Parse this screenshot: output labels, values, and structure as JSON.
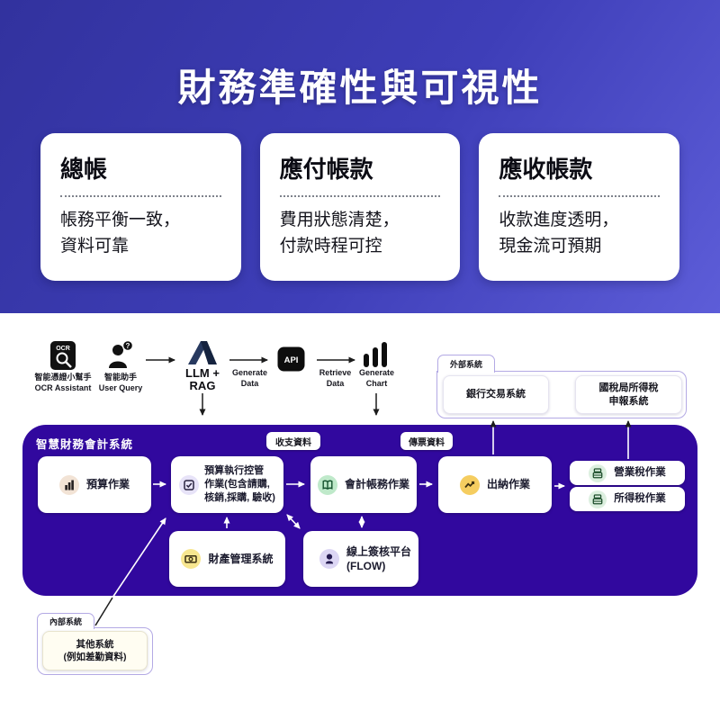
{
  "header": {
    "title": "財務準確性與可視性",
    "cards": [
      {
        "title": "總帳",
        "line1": "帳務平衡一致，",
        "line2": "資料可靠"
      },
      {
        "title": "應付帳款",
        "line1": "費用狀態清楚，",
        "line2": "付款時程可控"
      },
      {
        "title": "應收帳款",
        "line1": "收款進度透明，",
        "line2": "現金流可預期"
      }
    ]
  },
  "pipeline": {
    "ocr": {
      "badge": "OCR",
      "label1": "智能憑證小幫手",
      "label2": "OCR Assistant"
    },
    "user": {
      "q": "?",
      "label1": "智能助手",
      "label2": "User Query"
    },
    "llm": {
      "line1": "LLM +",
      "line2": "RAG"
    },
    "generate_data": {
      "line1": "Generate",
      "line2": "Data"
    },
    "api": {
      "label": "API"
    },
    "retrieve_data": {
      "line1": "Retrieve",
      "line2": "Data"
    },
    "generate_chart": {
      "line1": "Generate",
      "line2": "Chart"
    }
  },
  "external": {
    "tab": "外部系統",
    "bank": "銀行交易系統",
    "tax_line1": "國稅局所得稅",
    "tax_line2": "申報系統"
  },
  "system": {
    "title": "智慧財務會計系統",
    "badges": {
      "income": "收支資料",
      "voucher": "傳票資料"
    },
    "budget": {
      "label": "預算作業"
    },
    "budget_ctrl": {
      "line1": "預算執行控管",
      "line2": "作業(包含請購,",
      "line3": "核銷,採購, 驗收)"
    },
    "accounting": {
      "label": "會計帳務作業"
    },
    "cashier": {
      "label": "出納作業"
    },
    "business_tax": {
      "label": "營業稅作業"
    },
    "income_tax": {
      "label": "所得稅作業"
    },
    "asset": {
      "label": "財產管理系統"
    },
    "flow": {
      "line1": "線上簽核平台",
      "line2": "(FLOW)"
    }
  },
  "internal": {
    "tab": "內部系統",
    "other": {
      "line1": "其他系統",
      "line2": "(例如差勤資料)"
    }
  },
  "colors": {
    "hero_gradient_start": "#32329e",
    "hero_gradient_end": "#5d5dd8",
    "system_container": "#31089e",
    "tab_border": "#b3a9e4",
    "icon_budget_bg": "#f2e3d5",
    "icon_check_bg": "#e7e3f8",
    "icon_book_bg": "#bfe9ca",
    "icon_trend_bg": "#f5cd60",
    "icon_tax_bg": "#dcefdf",
    "icon_money_bg": "#f7e690",
    "icon_flow_bg": "#dcd6f4"
  }
}
